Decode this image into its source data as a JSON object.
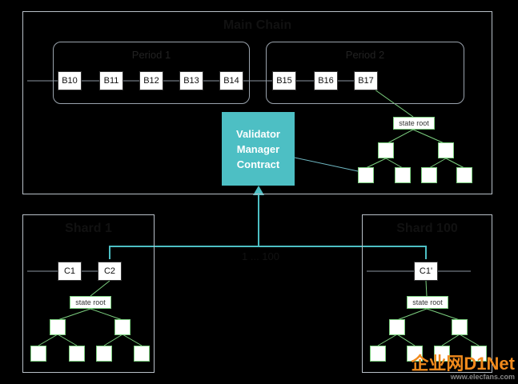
{
  "main_chain": {
    "title": "Main Chain",
    "periods": [
      {
        "label": "Period 1",
        "blocks": [
          "B10",
          "B11",
          "B12",
          "B13",
          "B14"
        ]
      },
      {
        "label": "Period 2",
        "blocks": [
          "B15",
          "B16",
          "B17"
        ]
      }
    ],
    "vmc_lines": [
      "Validator",
      "Manager",
      "Contract"
    ],
    "state_root": "state root"
  },
  "shards": [
    {
      "title": "Shard 1",
      "blocks": [
        "C1",
        "C2"
      ],
      "state_root": "state root"
    },
    {
      "title": "Shard 100",
      "blocks": [
        "C1'"
      ],
      "state_root": "state root"
    }
  ],
  "connector_label": "1 ... 100",
  "watermark": {
    "text": "企业网D1Net",
    "sub": "www.elecfans.com",
    "colors": {
      "orange": "#f08a1c",
      "blue": "#1c6fc4"
    }
  },
  "colors": {
    "vmc": "#4dbfc4",
    "tree": "#7ccf7f",
    "connector": "#4dbfc4"
  }
}
